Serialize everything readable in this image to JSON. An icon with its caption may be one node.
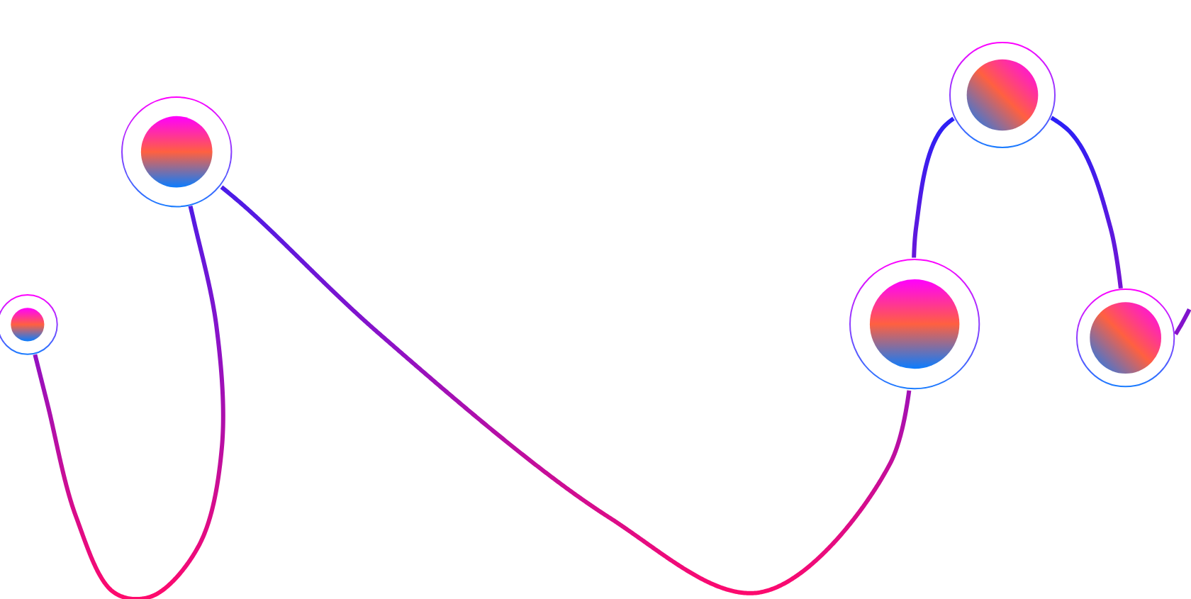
{
  "diagram": {
    "nodes": [
      {
        "text": [],
        "shape": "circle"
      },
      {
        "text": [],
        "shape": "circle"
      },
      {
        "text": [],
        "shape": "circle"
      },
      {
        "text": [],
        "shape": "circle"
      },
      {
        "text": [],
        "shape": "circle"
      }
    ],
    "edges": [
      {
        "from": 0,
        "to": 1,
        "arrow": "none"
      },
      {
        "from": 1,
        "to": 2,
        "arrow": "none"
      },
      {
        "from": 2,
        "to": 3,
        "arrow": "none"
      },
      {
        "from": 3,
        "to": 4,
        "arrow": "none"
      },
      {
        "from": 4,
        "to": null,
        "arrow": "none"
      }
    ]
  }
}
